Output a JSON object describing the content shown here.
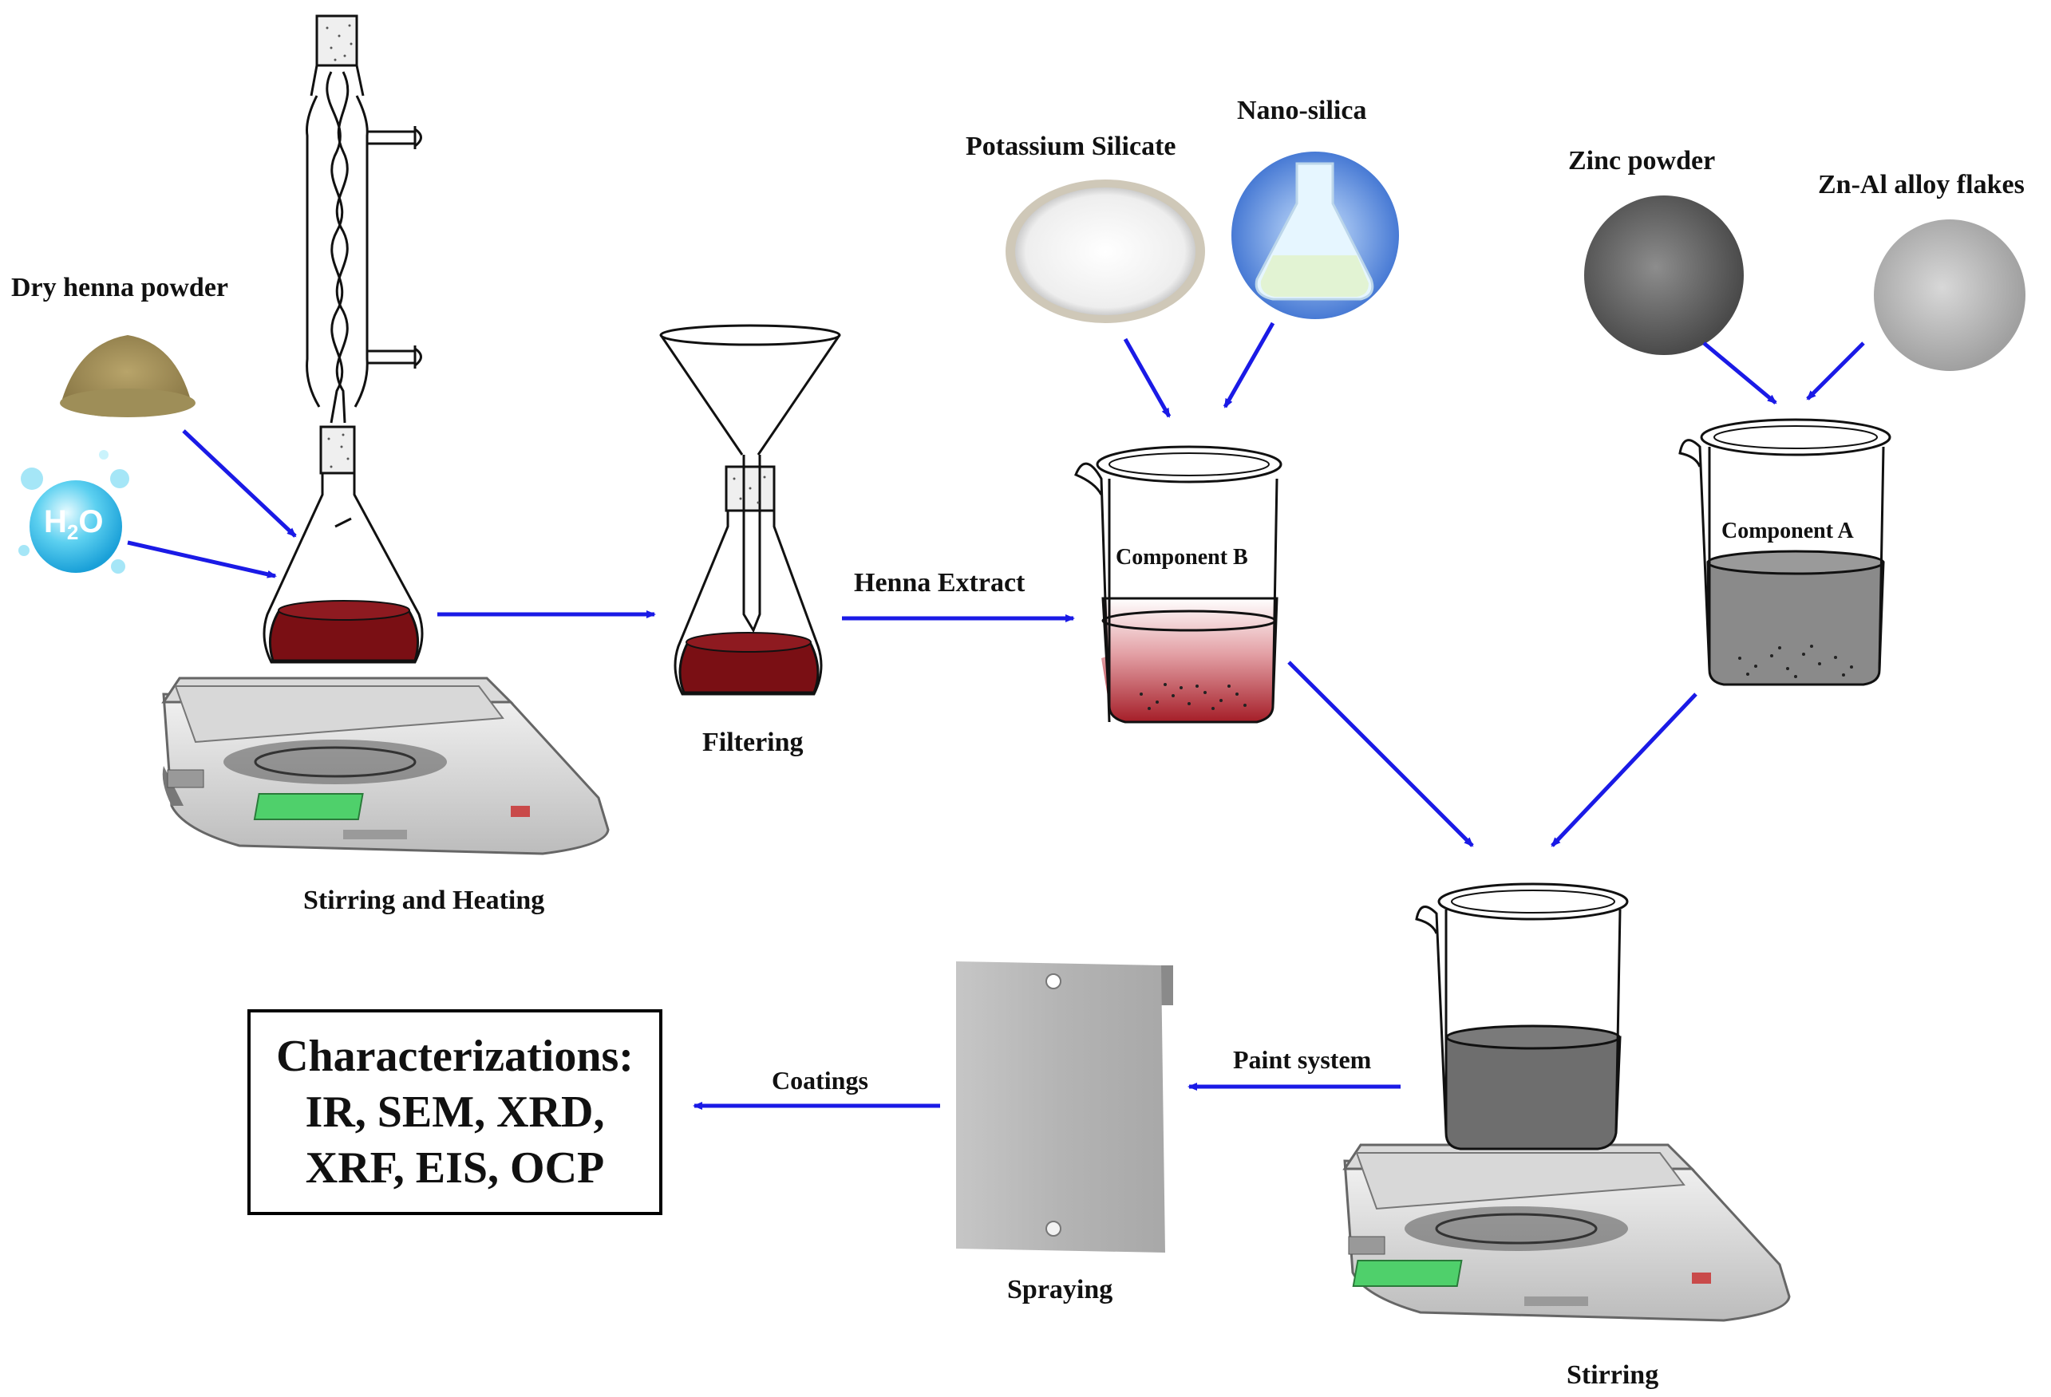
{
  "labels": {
    "dry_henna": "Dry henna powder",
    "stirring_heating": "Stirring and Heating",
    "filtering": "Filtering",
    "henna_extract": "Henna Extract",
    "potassium_silicate": "Potassium Silicate",
    "nano_silica": "Nano-silica",
    "component_b": "Component B",
    "zinc_powder": "Zinc powder",
    "znal_flakes": "Zn-Al alloy flakes",
    "component_a": "Component A",
    "paint_system": "Paint system",
    "stirring": "Stirring",
    "coatings": "Coatings",
    "spraying": "Spraying"
  },
  "water_icon": {
    "symbol": "H",
    "subscript": "2",
    "tail": "O"
  },
  "characterizations": {
    "line1": "Characterizations:",
    "line2": "IR, SEM, XRD,",
    "line3": "XRF, EIS, OCP"
  },
  "colors": {
    "arrow": "#1a1ae6",
    "henna_liquid": "#7a0f14",
    "component_b_liquid": "#b8343c",
    "component_a_liquid": "#8a8a8a",
    "paint_liquid": "#6e6e6e"
  },
  "icons": [
    "henna-powder-icon",
    "water-drop-icon",
    "reflux-condenser-icon",
    "hot-plate-icon",
    "funnel-flask-icon",
    "silicate-dish-icon",
    "nanosilica-flask-icon",
    "zinc-powder-icon",
    "znal-flakes-icon",
    "beaker-icon",
    "steel-panel-icon"
  ]
}
